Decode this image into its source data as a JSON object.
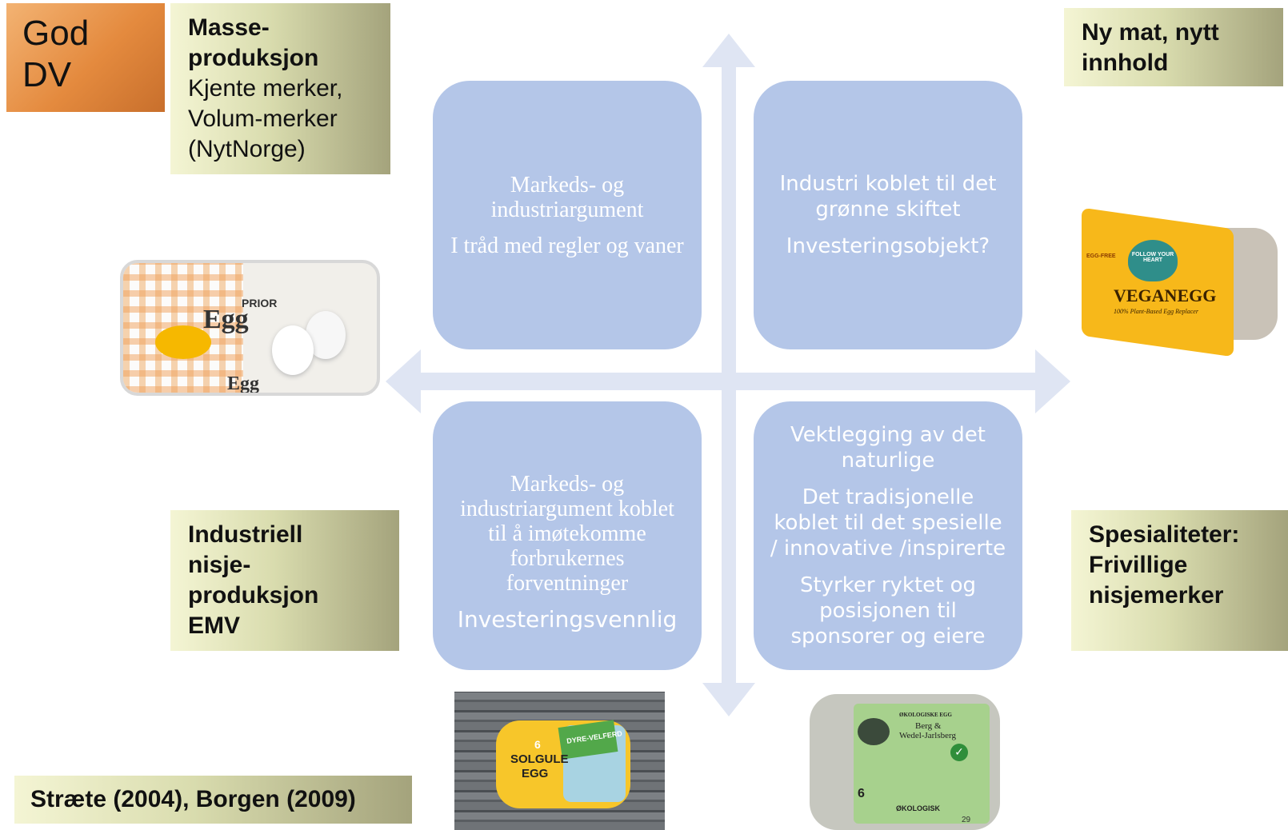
{
  "top_left_badge": {
    "line1": "God",
    "line2": "DV"
  },
  "mass_production": {
    "line1": "Masse-",
    "line2": "produksjon",
    "line3": "Kjente merker,",
    "line4": "Volum-merker",
    "line5": "(NytNorge)"
  },
  "new_food": {
    "line1": "Ny mat, nytt",
    "line2": "innhold"
  },
  "industrial_niche": {
    "line1": "Industriell",
    "line2": "nisje-",
    "line3": "produksjon",
    "line4": "EMV"
  },
  "specialties": {
    "line1": "Spesialiteter:",
    "line2": "Frivillige",
    "line3": "nisjemerker"
  },
  "citation": "Stræte (2004), Borgen (2009)",
  "quadrants": {
    "top_left": {
      "line1": "Markeds- og industriargument",
      "line2": "I tråd med regler og vaner"
    },
    "top_right": {
      "line1": "Industri koblet til det grønne skiftet",
      "line2": "Investeringsobjekt?"
    },
    "bottom_left": {
      "line1": "Markeds- og industriargument koblet til å imøtekomme forbrukernes forventninger",
      "line2": "Investeringsvennlig"
    },
    "bottom_right": {
      "line1": "Vektlegging av det naturlige",
      "line2": "Det tradisjonelle koblet til det spesielle / innovative /inspirerte",
      "line3": "Styrker ryktet og posisjonen til sponsorer og eiere"
    }
  },
  "products": {
    "prior": {
      "brand": "PRIOR",
      "name": "Egg",
      "name_bottom": "Egg"
    },
    "vegan": {
      "badge": "FOLLOW YOUR HEART",
      "name": "VEGANEGG",
      "sub": "100% Plant-Based Egg Replacer",
      "tag": "EGG-FREE"
    },
    "solgule": {
      "count": "6",
      "name1": "SOLGULE",
      "name2": "EGG",
      "tag": "DYRE-VELFERD"
    },
    "organic": {
      "header": "ØKOLOGISKE EGG",
      "farm1": "Berg &",
      "farm2": "Wedel-Jarlsberg",
      "count": "6",
      "footer": "ØKOLOGISK",
      "size": "29"
    }
  },
  "colors": {
    "quadrant": "#b4c6e8",
    "arrow": "#dfe5f3",
    "badge_gold": "#e48a3e"
  }
}
